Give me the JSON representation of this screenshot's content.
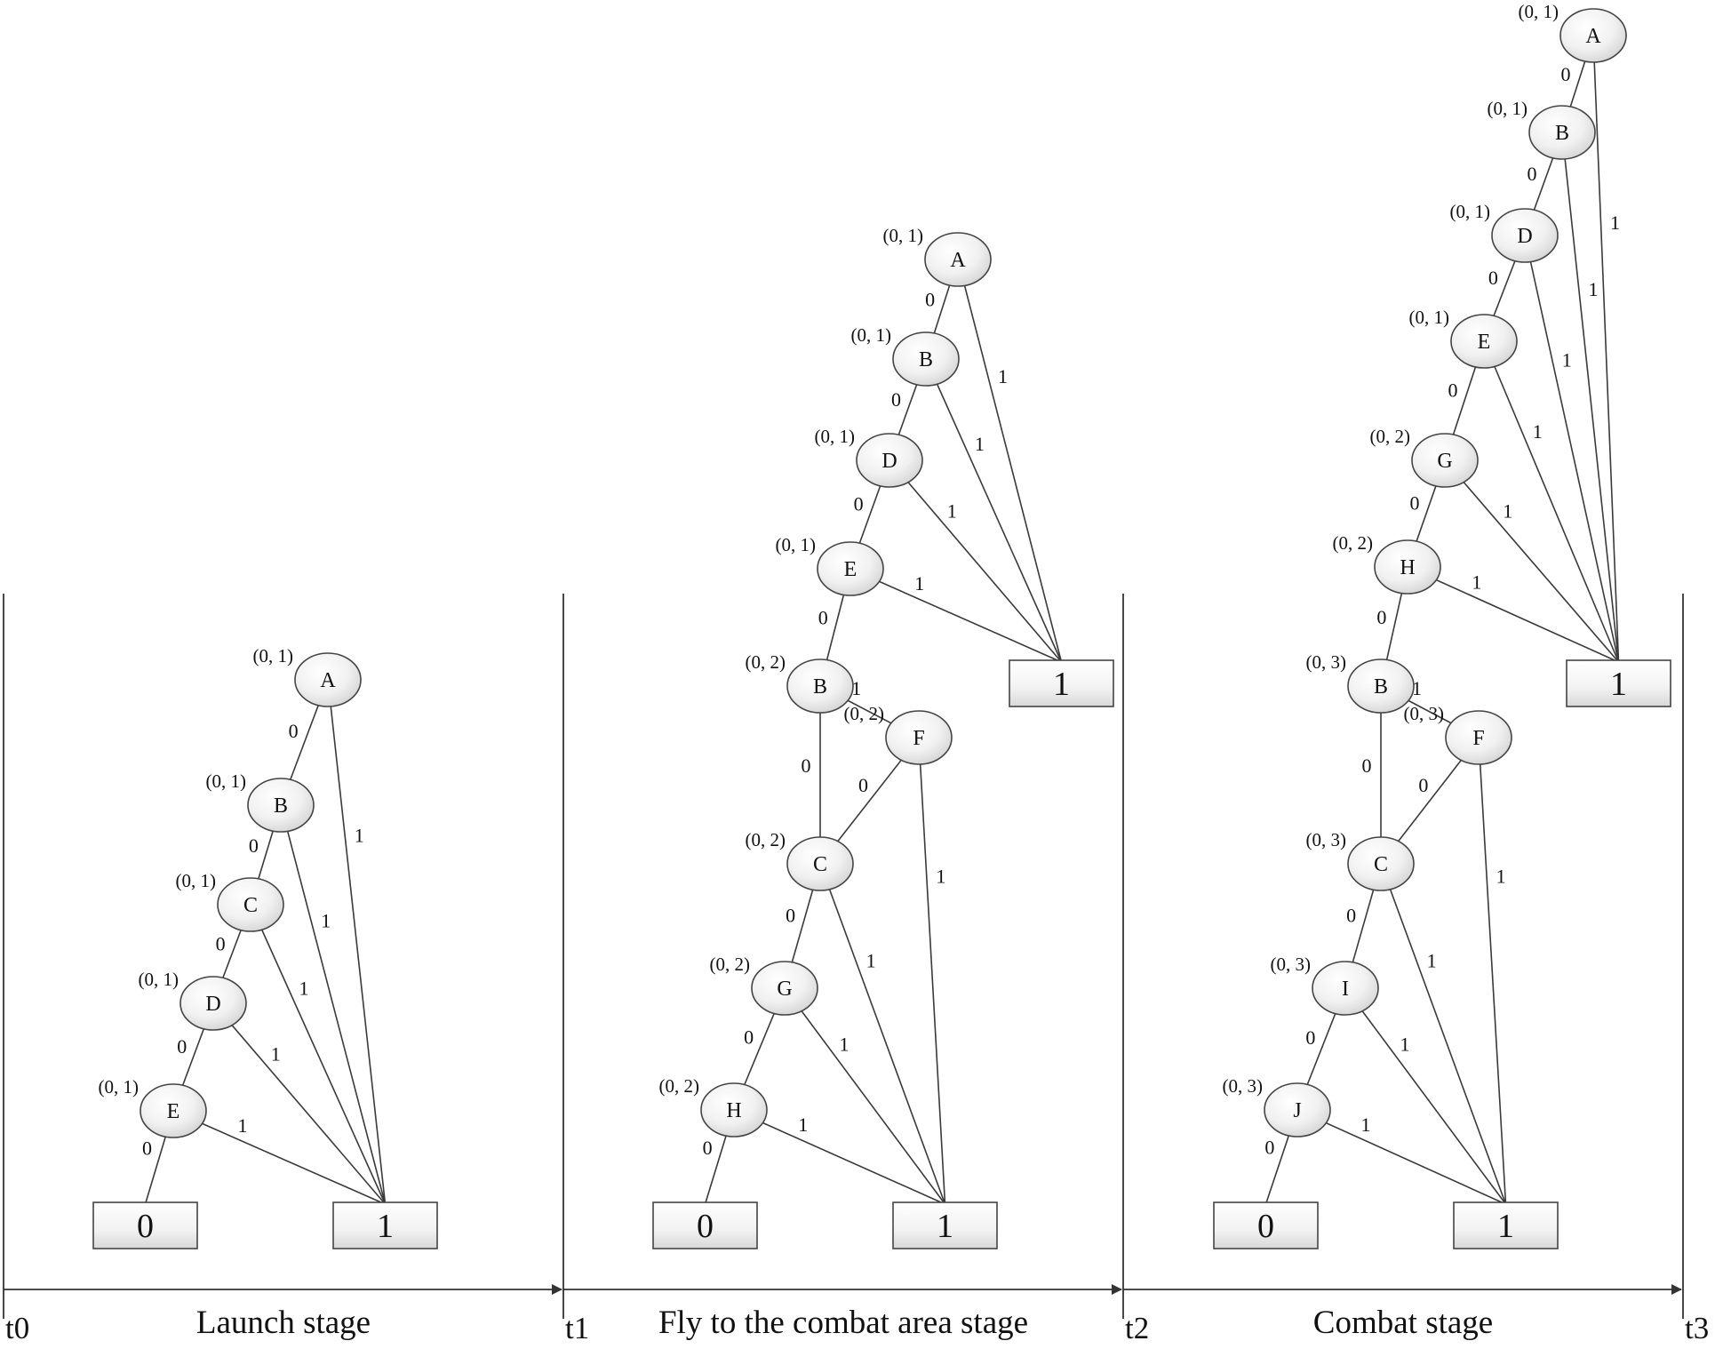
{
  "colors": {
    "line": "#333333",
    "node_fill_light": "#fbfbfb",
    "node_fill_dark": "#d9d9d9",
    "stroke": "#444444"
  },
  "time_marks": [
    "t0",
    "t1",
    "t2",
    "t3"
  ],
  "stages": [
    "Launch stage",
    "Fly to the combat area stage",
    "Combat stage"
  ],
  "panels": [
    {
      "nodes": [
        {
          "id": "A",
          "label": "A",
          "coord": "(0, 1)"
        },
        {
          "id": "B",
          "label": "B",
          "coord": "(0, 1)"
        },
        {
          "id": "C",
          "label": "C",
          "coord": "(0, 1)"
        },
        {
          "id": "D",
          "label": "D",
          "coord": "(0, 1)"
        },
        {
          "id": "E",
          "label": "E",
          "coord": "(0, 1)"
        }
      ],
      "sinks": [
        {
          "id": "s0",
          "label": "0"
        },
        {
          "id": "s1",
          "label": "1"
        }
      ],
      "edges": [
        {
          "from": "A",
          "to": "B",
          "label": "0"
        },
        {
          "from": "A",
          "to": "s1",
          "label": "1"
        },
        {
          "from": "B",
          "to": "C",
          "label": "0"
        },
        {
          "from": "B",
          "to": "s1",
          "label": "1"
        },
        {
          "from": "C",
          "to": "D",
          "label": "0"
        },
        {
          "from": "C",
          "to": "s1",
          "label": "1"
        },
        {
          "from": "D",
          "to": "E",
          "label": "0"
        },
        {
          "from": "D",
          "to": "s1",
          "label": "1"
        },
        {
          "from": "E",
          "to": "s0",
          "label": "0"
        },
        {
          "from": "E",
          "to": "s1",
          "label": "1"
        }
      ]
    },
    {
      "nodes": [
        {
          "id": "A",
          "label": "A",
          "coord": "(0, 1)"
        },
        {
          "id": "B1",
          "label": "B",
          "coord": "(0, 1)"
        },
        {
          "id": "D",
          "label": "D",
          "coord": "(0, 1)"
        },
        {
          "id": "E",
          "label": "E",
          "coord": "(0, 1)"
        },
        {
          "id": "B2",
          "label": "B",
          "coord": "(0, 2)"
        },
        {
          "id": "F",
          "label": "F",
          "coord": "(0, 2)"
        },
        {
          "id": "C",
          "label": "C",
          "coord": "(0, 2)"
        },
        {
          "id": "G",
          "label": "G",
          "coord": "(0, 2)"
        },
        {
          "id": "H",
          "label": "H",
          "coord": "(0, 2)"
        }
      ],
      "sinks": [
        {
          "id": "u1",
          "label": "1"
        },
        {
          "id": "s0",
          "label": "0"
        },
        {
          "id": "s1",
          "label": "1"
        }
      ],
      "edges": [
        {
          "from": "A",
          "to": "B1",
          "label": "0"
        },
        {
          "from": "A",
          "to": "u1",
          "label": "1"
        },
        {
          "from": "B1",
          "to": "D",
          "label": "0"
        },
        {
          "from": "B1",
          "to": "u1",
          "label": "1"
        },
        {
          "from": "D",
          "to": "E",
          "label": "0"
        },
        {
          "from": "D",
          "to": "u1",
          "label": "1"
        },
        {
          "from": "E",
          "to": "B2",
          "label": "0"
        },
        {
          "from": "E",
          "to": "u1",
          "label": "1"
        },
        {
          "from": "B2",
          "to": "F",
          "label": "1"
        },
        {
          "from": "B2",
          "to": "C",
          "label": "0"
        },
        {
          "from": "F",
          "to": "C",
          "label": "0"
        },
        {
          "from": "F",
          "to": "s1",
          "label": "1"
        },
        {
          "from": "C",
          "to": "G",
          "label": "0"
        },
        {
          "from": "C",
          "to": "s1",
          "label": "1"
        },
        {
          "from": "G",
          "to": "H",
          "label": "0"
        },
        {
          "from": "G",
          "to": "s1",
          "label": "1"
        },
        {
          "from": "H",
          "to": "s0",
          "label": "0"
        },
        {
          "from": "H",
          "to": "s1",
          "label": "1"
        }
      ]
    },
    {
      "nodes": [
        {
          "id": "A",
          "label": "A",
          "coord": "(0, 1)"
        },
        {
          "id": "B1",
          "label": "B",
          "coord": "(0, 1)"
        },
        {
          "id": "D",
          "label": "D",
          "coord": "(0, 1)"
        },
        {
          "id": "E",
          "label": "E",
          "coord": "(0, 1)"
        },
        {
          "id": "G",
          "label": "G",
          "coord": "(0, 2)"
        },
        {
          "id": "H",
          "label": "H",
          "coord": "(0, 2)"
        },
        {
          "id": "B2",
          "label": "B",
          "coord": "(0, 3)"
        },
        {
          "id": "F",
          "label": "F",
          "coord": "(0, 3)"
        },
        {
          "id": "C",
          "label": "C",
          "coord": "(0, 3)"
        },
        {
          "id": "I",
          "label": "I",
          "coord": "(0, 3)"
        },
        {
          "id": "J",
          "label": "J",
          "coord": "(0, 3)"
        }
      ],
      "sinks": [
        {
          "id": "u1",
          "label": "1"
        },
        {
          "id": "s0",
          "label": "0"
        },
        {
          "id": "s1",
          "label": "1"
        }
      ],
      "edges": [
        {
          "from": "A",
          "to": "B1",
          "label": "0"
        },
        {
          "from": "A",
          "to": "u1",
          "label": "1"
        },
        {
          "from": "B1",
          "to": "D",
          "label": "0"
        },
        {
          "from": "B1",
          "to": "u1",
          "label": "1"
        },
        {
          "from": "D",
          "to": "E",
          "label": "0"
        },
        {
          "from": "D",
          "to": "u1",
          "label": "1"
        },
        {
          "from": "E",
          "to": "G",
          "label": "0"
        },
        {
          "from": "E",
          "to": "u1",
          "label": "1"
        },
        {
          "from": "G",
          "to": "H",
          "label": "0"
        },
        {
          "from": "G",
          "to": "u1",
          "label": "1"
        },
        {
          "from": "H",
          "to": "B2",
          "label": "0"
        },
        {
          "from": "H",
          "to": "u1",
          "label": "1"
        },
        {
          "from": "B2",
          "to": "F",
          "label": "1"
        },
        {
          "from": "B2",
          "to": "C",
          "label": "0"
        },
        {
          "from": "F",
          "to": "C",
          "label": "0"
        },
        {
          "from": "F",
          "to": "s1",
          "label": "1"
        },
        {
          "from": "C",
          "to": "I",
          "label": "0"
        },
        {
          "from": "C",
          "to": "s1",
          "label": "1"
        },
        {
          "from": "I",
          "to": "J",
          "label": "0"
        },
        {
          "from": "I",
          "to": "s1",
          "label": "1"
        },
        {
          "from": "J",
          "to": "s0",
          "label": "0"
        },
        {
          "from": "J",
          "to": "s1",
          "label": "1"
        }
      ]
    }
  ]
}
